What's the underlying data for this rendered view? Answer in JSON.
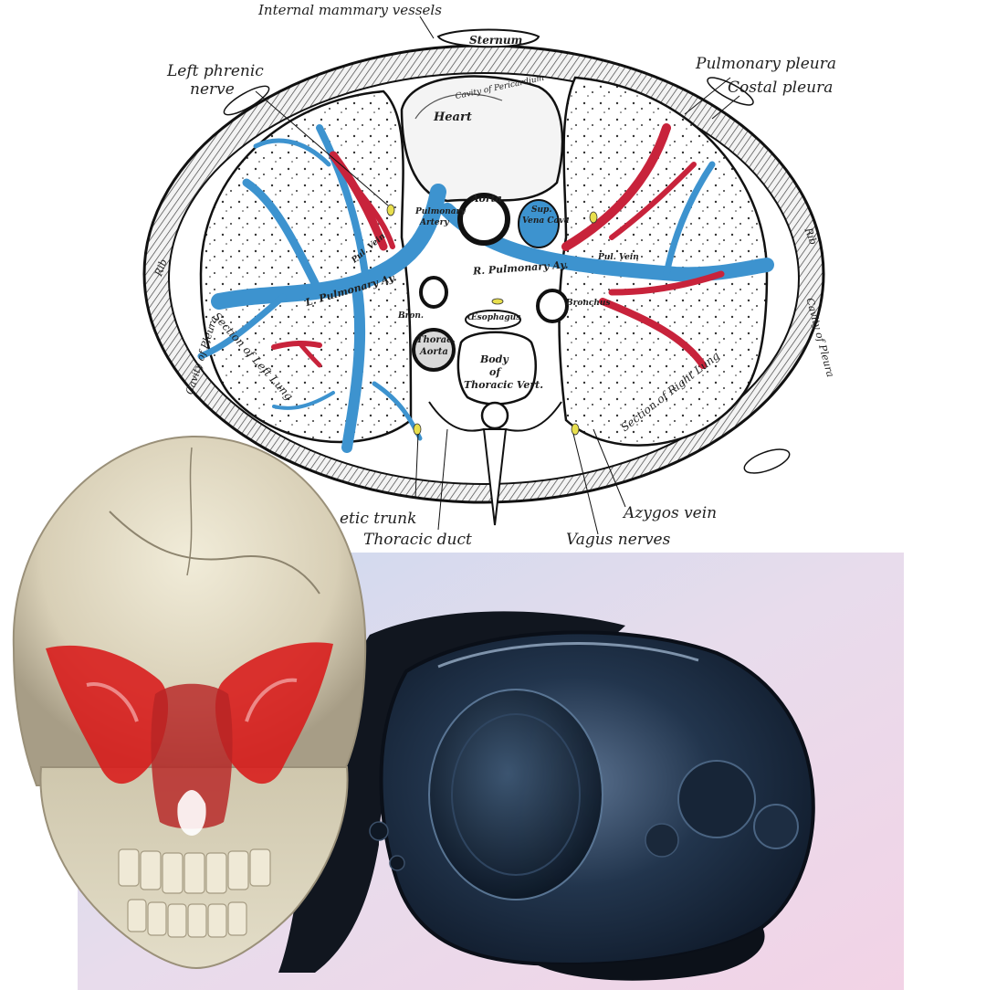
{
  "anatomy_labels": {
    "internal_mammary_vessels": "Internal mammary vessels",
    "sternum": "Sternum",
    "left_phrenic_nerve_line1": "Left phrenic",
    "left_phrenic_nerve_line2": "nerve",
    "pulmonary_pleura": "Pulmonary pleura",
    "costal_pleura": "Costal pleura",
    "heart": "Heart",
    "cavity_of_pericardium": "Cavity of Pericardium",
    "aorta": "Aorta",
    "pulmonary_artery_line1": "Pulmonary",
    "pulmonary_artery_line2": "Artery",
    "sup_vena_cava_line1": "Sup.",
    "sup_vena_cava_line2": "Vena Cava",
    "pul_vein_left": "Pul. Vein",
    "pul_vein_right": "Pul. Vein",
    "l_pulmonary_a": "L. Pulmonary Ay.",
    "r_pulmonary_a": "R. Pulmonary Ay.",
    "bronchus_left": "Bron.",
    "bronchus_right": "Bronchus",
    "esophagus": "Œsophagus",
    "thoracic_aorta_line1": "Thorac.",
    "thoracic_aorta_line2": "Aorta",
    "body_of_thoracic_vert_line1": "Body",
    "body_of_thoracic_vert_line2": "of",
    "body_of_thoracic_vert_line3": "Thoracic Vert.",
    "section_of_left_lung": "Section of Left Lung",
    "section_of_right_lung": "Section of Right Lung",
    "rib_left": "Rib",
    "rib_right": "Rib",
    "cavity_of_pleura_left": "Cavity of Pleura",
    "cavity_of_pleura_right": "Cavity of Pleura",
    "sympathetic_trunk": "etic trunk",
    "thoracic_duct": "Thoracic duct",
    "azygos_vein": "Azygos vein",
    "vagus_nerves": "Vagus nerves"
  },
  "colors": {
    "vein_blue": "#3d93cf",
    "artery_red": "#c8233b",
    "nerve_yellow": "#e8df4d",
    "ink": "#1f1f1f",
    "skull_bone": "#d6cfb8",
    "sphenoid_red": "#d81919",
    "headset_glass": "#1a2a3d",
    "background_pink": "#f0d9e8"
  }
}
